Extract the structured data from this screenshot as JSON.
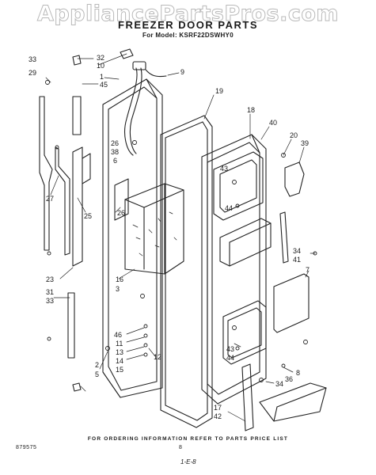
{
  "watermark": "AppliancePartsPros.com",
  "title": "FREEZER DOOR PARTS",
  "subtitle": "For Model: KSRF22DSWHY0",
  "footer": "FOR ORDERING INFORMATION REFER TO PARTS PRICE LIST",
  "doc_number": "879575",
  "page_number": "8",
  "revision_mark": "1-E-8",
  "callouts": [
    "33",
    "32",
    "10",
    "29",
    "1",
    "9",
    "45",
    "19",
    "18",
    "40",
    "20",
    "39",
    "26",
    "38",
    "6",
    "43",
    "27",
    "25",
    "26",
    "44",
    "34",
    "41",
    "7",
    "23",
    "16",
    "3",
    "31",
    "33",
    "46",
    "11",
    "13",
    "14",
    "15",
    "2",
    "5",
    "12",
    "43",
    "44",
    "8",
    "36",
    "34",
    "17",
    "42"
  ]
}
